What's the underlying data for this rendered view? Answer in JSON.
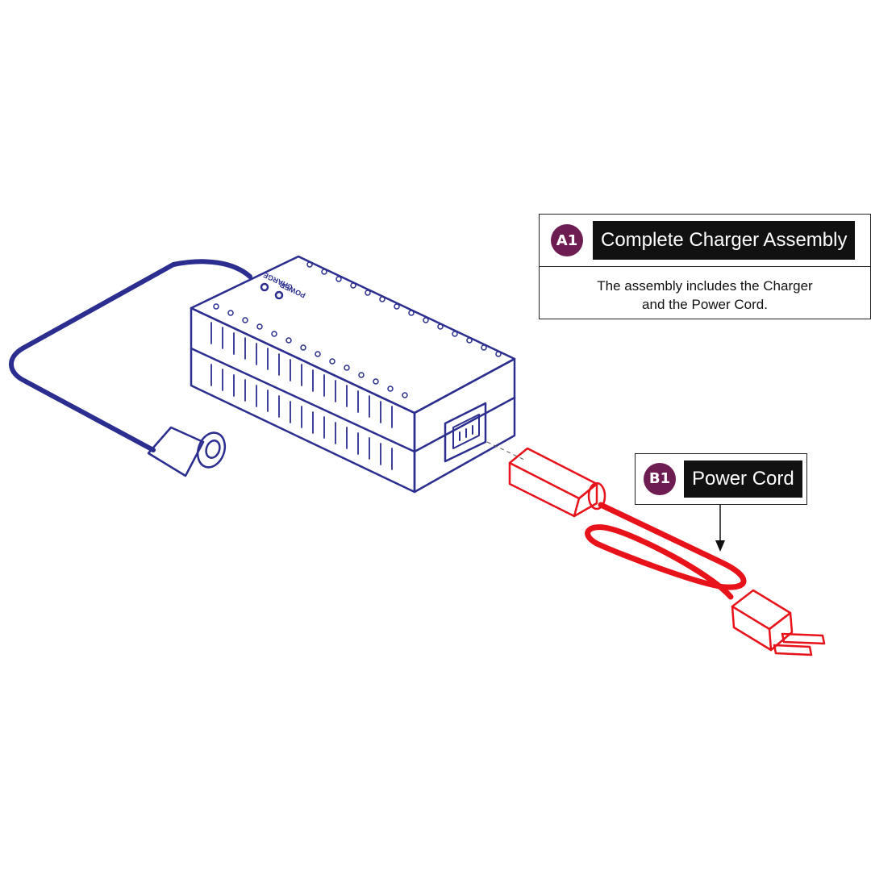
{
  "colors": {
    "charger_outline": "#2b2e8f",
    "power_cord": "#e8121b",
    "badge_fill": "#6e1d52",
    "label_bg": "#111111",
    "label_text": "#ffffff",
    "line": "#111111"
  },
  "charger": {
    "indicator_labels": [
      "CHARGE",
      "POWER"
    ]
  },
  "callouts": {
    "a1": {
      "badge": "A1",
      "title": "Complete Charger Assembly",
      "description_line1": "The assembly includes the Charger",
      "description_line2": "and the Power Cord."
    },
    "b1": {
      "badge": "B1",
      "title": "Power Cord"
    }
  }
}
